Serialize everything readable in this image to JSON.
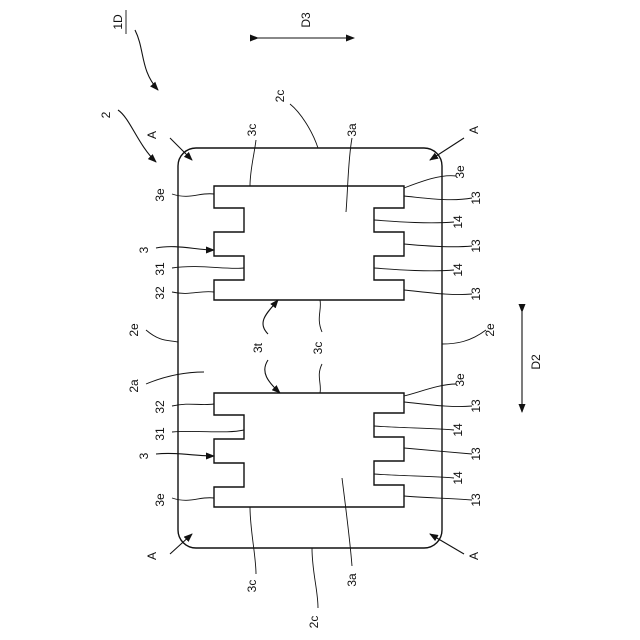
{
  "figure_id": "1D",
  "labels": {
    "ref_2": "2",
    "ref_2a": "2a",
    "ref_2c": "2c",
    "ref_2e": "2e",
    "ref_3": "3",
    "ref_3a": "3a",
    "ref_3c": "3c",
    "ref_3e": "3e",
    "ref_3t": "3t",
    "ref_31": "31",
    "ref_32": "32",
    "ref_13": "13",
    "ref_14": "14",
    "ref_A": "A",
    "dir_D2": "D2",
    "dir_D3": "D3"
  },
  "colors": {
    "line": "#111111",
    "background": "#ffffff"
  }
}
